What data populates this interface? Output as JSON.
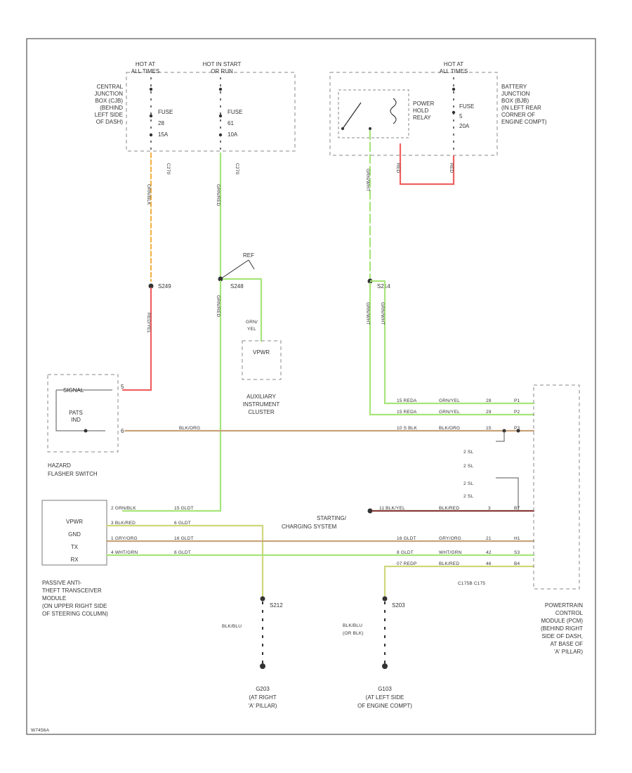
{
  "colors": {
    "orange": "#f2b24a",
    "green": "#a6e57a",
    "red": "#f06060",
    "tan": "#c9a27c",
    "yellow_green": "#cfd77a",
    "dark_red": "#8a3a3a",
    "black": "#333333"
  },
  "power": {
    "hot_always_left": [
      "HOT AT",
      "ALL TIMES"
    ],
    "hot_run_start": [
      "HOT IN START",
      "OR RUN"
    ],
    "hot_always_right": [
      "HOT AT",
      "ALL TIMES"
    ]
  },
  "central_junction_box": {
    "label": [
      "CENTRAL",
      "JUNCTION",
      "BOX (CJB)",
      "(BEHIND",
      "LEFT SIDE",
      "OF DASH)"
    ],
    "fuse_a": [
      "FUSE",
      "28",
      "15A"
    ],
    "fuse_b": [
      "FUSE",
      "61",
      "10A"
    ],
    "conn_a": "C270",
    "conn_b": "C270"
  },
  "battery_junction_box": {
    "label": [
      "BATTERY",
      "JUNCTION",
      "BOX (BJB)",
      "(IN LEFT REAR",
      "CORNER OF",
      "ENGINE COMPT)"
    ],
    "relay": [
      "POWER",
      "HOLD",
      "RELAY"
    ],
    "fuse": [
      "FUSE",
      "5",
      "20A"
    ]
  },
  "wires": {
    "orange_top": "ORN/BLK",
    "green_top": "GRN/RED",
    "green_right": "GRN/WHT",
    "red_loop_a": "RED",
    "red_loop_b": "RED",
    "red_mid": "RED/YEL",
    "green_mid": "GRN/RED",
    "green_right_a": "GRN/WHT",
    "green_right_b": "GRN/WHT",
    "aux_a": "GRN/",
    "aux_b": "YEL",
    "brn_org": "BLK/ORG"
  },
  "splices": {
    "s_left": "S249",
    "s_mid": "S248",
    "s_right": "S214",
    "s_bottom_mid": "S212",
    "s_bottom_right": "S203"
  },
  "aux_cluster": {
    "block": "VPWR",
    "label": [
      "AUXILIARY",
      "INSTRUMENT",
      "CLUSTER"
    ],
    "marker": "REF"
  },
  "hazard": {
    "label": [
      "HAZARD",
      "FLASHER SWITCH"
    ],
    "signal": "SIGNAL",
    "pats": [
      "PATS",
      "IND"
    ],
    "pin_a": "5",
    "pin_b": "6"
  },
  "pcm_rows": [
    {
      "left": "15 REDA",
      "mid": "GRN/YEL",
      "pin": "28",
      "right": "P1"
    },
    {
      "left": "15 REDA",
      "mid": "GRN/YEL",
      "pin": "29",
      "right": "P2"
    },
    {
      "left": "10 S BLK",
      "mid": "BLK/ORG",
      "pin": "15",
      "right": "P3"
    }
  ],
  "pcm_notes": [
    "2 SL",
    "2 SL",
    "2 SL",
    "2 SL"
  ],
  "starting": {
    "label": [
      "STARTING/",
      "CHARGING SYSTEM"
    ],
    "left": "11 BLK/YEL",
    "mid": "BLK/RED",
    "pin": "3",
    "right": "B7"
  },
  "pats_module": {
    "pins": [
      "VPWR",
      "GND",
      "TX",
      "RX"
    ],
    "rows": [
      {
        "left": "2 GRN/BLK",
        "mid": "15 GLDT"
      },
      {
        "left": "3 BLK/RED",
        "mid": "6 GLDT"
      },
      {
        "left": "1 GRY/ORG",
        "mid": "16 GLDT"
      },
      {
        "left": "4 WHT/GRN",
        "mid": "6 GLDT"
      }
    ],
    "label": [
      "PASSIVE ANTI-",
      "THEFT TRANSCEIVER",
      "MODULE",
      "(ON UPPER RIGHT SIDE",
      "OF STEERING COLUMN)"
    ]
  },
  "pcm_lower": [
    {
      "left": "16 GLDT",
      "mid": "GRY/ORG",
      "pin": "21",
      "right": "H1"
    },
    {
      "left": "8 GLDT",
      "mid": "WHT/GRN",
      "pin": "42",
      "right": "S3"
    },
    {
      "left": "07 REDP",
      "mid": "BLK/RED",
      "pin": "46",
      "right": "B4"
    }
  ],
  "pcm": {
    "conn": "C175B   C175",
    "label": [
      "POWERTRAIN",
      "CONTROL",
      "MODULE (PCM)",
      "(BEHIND RIGHT",
      "SIDE OF DASH,",
      "AT BASE OF",
      "'A' PILLAR)"
    ]
  },
  "grounds": {
    "left_wire": "BLK/BLU",
    "right_wire": [
      "BLK/BLU",
      "(OR BLK)"
    ],
    "g_left": [
      "G203",
      "(AT RIGHT",
      "'A' PILLAR)"
    ],
    "g_right": [
      "G103",
      "(AT LEFT SIDE",
      "OF ENGINE COMPT)"
    ]
  },
  "footer": "W7456A"
}
